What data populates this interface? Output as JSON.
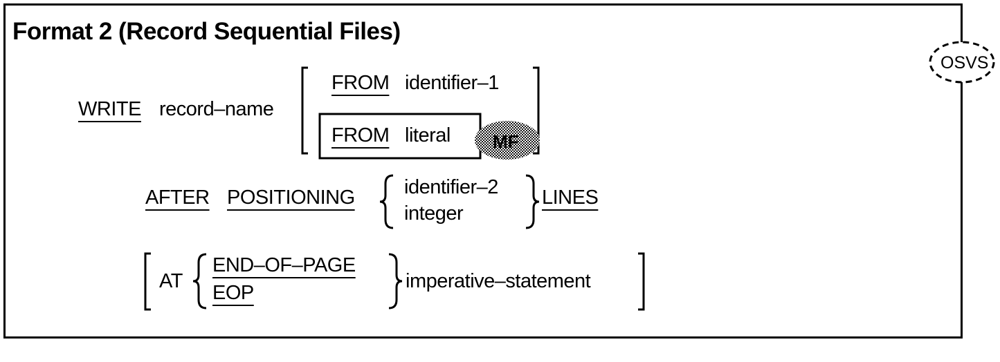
{
  "title": "Format 2 (Record Sequential Files)",
  "badges": {
    "osvs": "OSVS",
    "mf": "MF"
  },
  "line1": {
    "write": "WRITE",
    "record_name": "record–name",
    "from1": "FROM",
    "identifier1": "identifier–1",
    "from2": "FROM",
    "literal": "literal"
  },
  "line2": {
    "after": "AFTER",
    "positioning": "POSITIONING",
    "identifier2": "identifier–2",
    "integer": "integer",
    "lines": "LINES"
  },
  "line3": {
    "at": "AT",
    "end_of_page": "END–OF–PAGE",
    "eop": "EOP",
    "imperative": "imperative–statement"
  },
  "colors": {
    "ink": "#000000",
    "background": "#ffffff",
    "mf_shade": "#8a8a8a"
  }
}
